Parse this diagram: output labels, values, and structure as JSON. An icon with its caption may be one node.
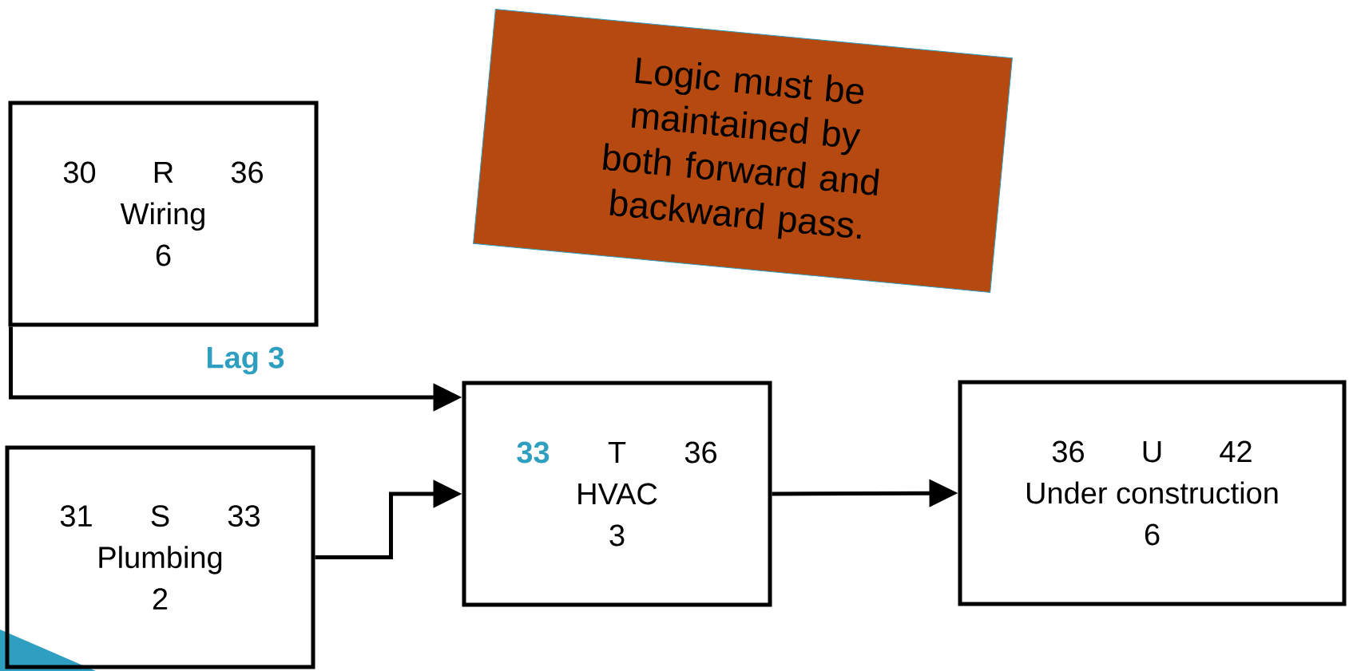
{
  "diagram": {
    "nodes": [
      {
        "text": [
          "30",
          "R",
          "36",
          "Wiring",
          "6"
        ]
      },
      {
        "text": [
          "31",
          "S",
          "33",
          "Plumbing",
          "2"
        ]
      },
      {
        "text": [
          "33",
          "T",
          "36",
          "HVAC",
          "3"
        ]
      },
      {
        "text": [
          "36",
          "U",
          "42",
          "Under construction",
          "6"
        ]
      },
      {
        "text": [
          "Logic must be maintained by both forward and backward pass."
        ]
      }
    ],
    "edges": [
      {
        "from": 0,
        "to": 2,
        "arrow": "to",
        "label": "Lag 3"
      },
      {
        "from": 1,
        "to": 2,
        "arrow": "to"
      },
      {
        "from": 2,
        "to": 3,
        "arrow": "to"
      }
    ]
  }
}
